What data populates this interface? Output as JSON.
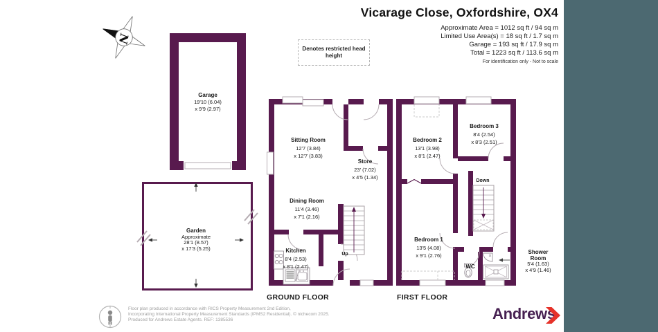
{
  "header": {
    "title": "Vicarage Close, Oxfordshire, OX4",
    "area_lines": [
      "Approximate Area = 1012 sq ft / 94 sq m",
      "Limited Use Area(s) = 18 sq ft / 1.7 sq m",
      "Garage = 193 sq ft / 17.9 sq m",
      "Total = 1223 sq ft / 113.6 sq m"
    ],
    "note": "For identification only - Not to scale"
  },
  "legend": {
    "text": "Denotes restricted head height"
  },
  "compass": {
    "letter": "N"
  },
  "rooms": {
    "garage": {
      "name": "Garage",
      "dim1": "19'10 (6.04)",
      "dim2": "x 9'9 (2.97)"
    },
    "garden": {
      "name": "Garden",
      "line2": "Approximate",
      "dim1": "28'1 (8.57)",
      "dim2": "x 17'3 (5.25)"
    },
    "sitting": {
      "name": "Sitting Room",
      "dim1": "12'7 (3.84)",
      "dim2": "x 12'7 (3.83)"
    },
    "store": {
      "name": "Store",
      "dim1": "23' (7.02)",
      "dim2": "x 4'5 (1.34)"
    },
    "dining": {
      "name": "Dining Room",
      "dim1": "11'4 (3.46)",
      "dim2": "x 7'1 (2.16)"
    },
    "kitchen": {
      "name": "Kitchen",
      "dim1": "8'4 (2.53)",
      "dim2": "x 8'1 (2.47)"
    },
    "bedroom1": {
      "name": "Bedroom 1",
      "dim1": "13'5 (4.08)",
      "dim2": "x 9'1 (2.76)"
    },
    "bedroom2": {
      "name": "Bedroom 2",
      "dim1": "13'1 (3.98)",
      "dim2": "x 8'1 (2.47)"
    },
    "bedroom3": {
      "name": "Bedroom 3",
      "dim1": "8'4 (2.54)",
      "dim2": "x 8'3 (2.51)"
    },
    "wc": {
      "name": "WC"
    },
    "shower": {
      "name1": "Shower",
      "name2": "Room",
      "dim1": "5'4 (1.63)",
      "dim2": "x 4'9 (1.46)"
    }
  },
  "stairs": {
    "up": "Up",
    "down": "Down"
  },
  "floors": {
    "ground": "GROUND FLOOR",
    "first": "FIRST FLOOR"
  },
  "logo": {
    "brand": "Andrews"
  },
  "footer": {
    "line1": "Floor plan produced in accordance with RICS Property Measurement 2nd Edition,",
    "line2": "Incorporating International Property Measurement Standards (IPMS2 Residential).   © nichecom 2025.",
    "line3": "Produced for Andrews Estate Agents.   REF: 1385536"
  },
  "colors": {
    "wall": "#581a4e",
    "right_panel": "#4c6971",
    "brand_purple": "#472152",
    "brand_red": "#e63229"
  }
}
